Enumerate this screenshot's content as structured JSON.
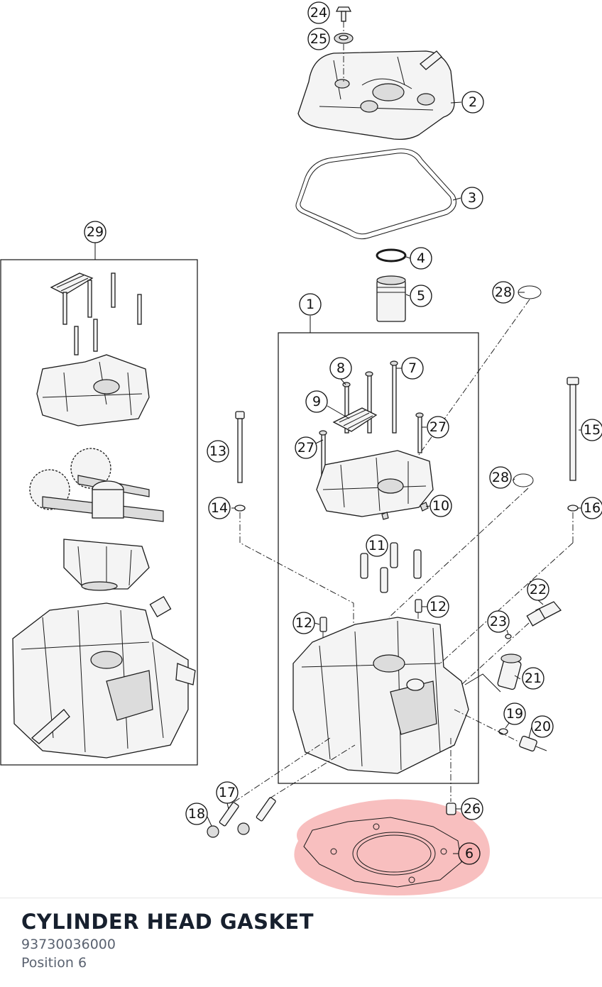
{
  "diagram": {
    "callouts": [
      "24",
      "25",
      "2",
      "3",
      "4",
      "5",
      "28",
      "1",
      "29",
      "8",
      "7",
      "9",
      "27",
      "27",
      "13",
      "28",
      "15",
      "14",
      "10",
      "16",
      "11",
      "12",
      "12",
      "22",
      "23",
      "21",
      "19",
      "20",
      "17",
      "26",
      "18",
      "6"
    ],
    "highlight_color": "#f28b8b",
    "highlighted_callout": "6"
  },
  "part": {
    "name": "CYLINDER HEAD GASKET",
    "number": "93730036000",
    "position": "Position 6"
  }
}
